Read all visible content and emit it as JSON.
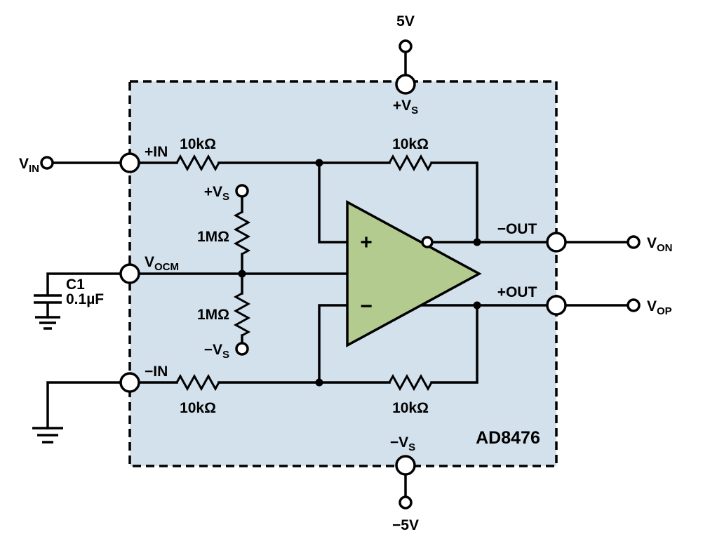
{
  "diagram": {
    "type": "circuit-schematic",
    "part_number": "AD8476"
  },
  "colors": {
    "background": "#ffffff",
    "box_fill": "#d3e1ec",
    "amp_fill": "#b4cb90",
    "line": "#000000"
  },
  "labels": {
    "supply_5v": "5V",
    "supply_neg_5v": "−5V",
    "vs_pos": {
      "main": "+V",
      "sub": "S"
    },
    "vs_neg": {
      "main": "−V",
      "sub": "S"
    },
    "vin": {
      "main": "V",
      "sub": "IN"
    },
    "vocm": {
      "main": "V",
      "sub": "OCM"
    },
    "von": {
      "main": "V",
      "sub": "ON"
    },
    "vop": {
      "main": "V",
      "sub": "OP"
    },
    "in_pos": "+IN",
    "in_neg": "−IN",
    "out_neg": "−OUT",
    "out_pos": "+OUT",
    "opamp_plus": "+",
    "opamp_minus": "−"
  },
  "components": {
    "r_input_top": "10kΩ",
    "r_feedback_top": "10kΩ",
    "r_input_bottom": "10kΩ",
    "r_feedback_bottom": "10kΩ",
    "r_divider_top": "1MΩ",
    "r_divider_bottom": "1MΩ",
    "cap_ref": "C1",
    "cap_value": "0.1µF"
  }
}
